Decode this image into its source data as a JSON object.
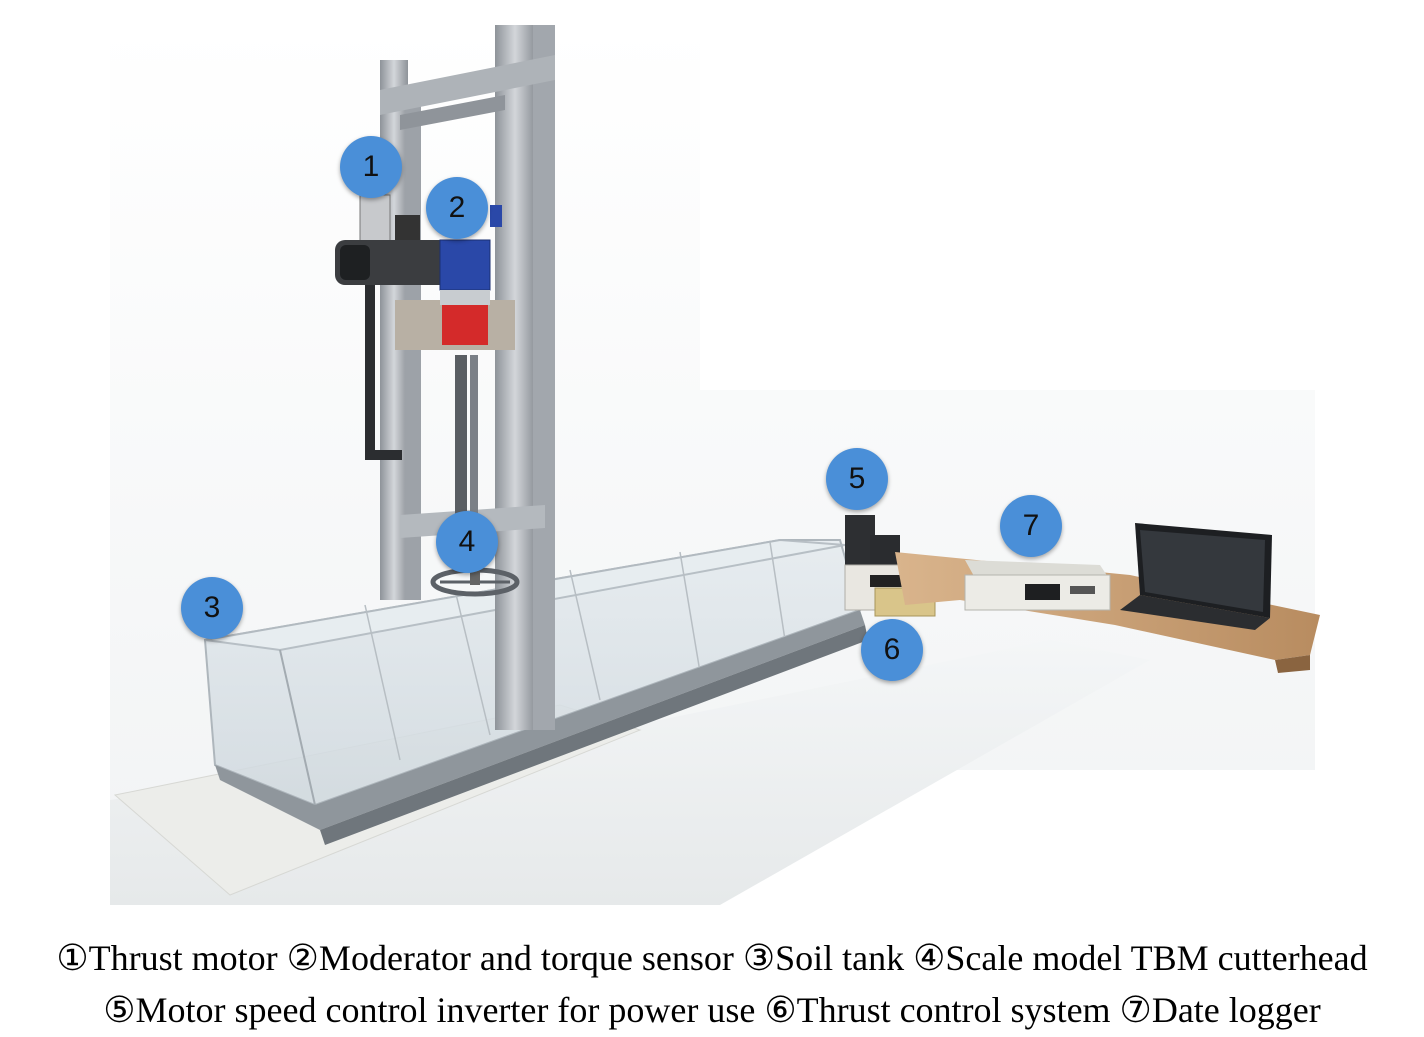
{
  "markers": [
    {
      "label": "1"
    },
    {
      "label": "2"
    },
    {
      "label": "3"
    },
    {
      "label": "4"
    },
    {
      "label": "5"
    },
    {
      "label": "6"
    },
    {
      "label": "7"
    }
  ],
  "caption": {
    "line1": "①Thrust motor ②Moderator and torque sensor ③Soil tank ④Scale model TBM cutterhead",
    "line2": "⑤Motor speed control inverter for power use ⑥Thrust control system ⑦Date logger"
  },
  "colors": {
    "marker": "#4a8fd8",
    "frame": "#b8bcc2",
    "desk": "#c9a27a",
    "motor_red": "#d42a2a",
    "gear_blue": "#2a48a8"
  }
}
